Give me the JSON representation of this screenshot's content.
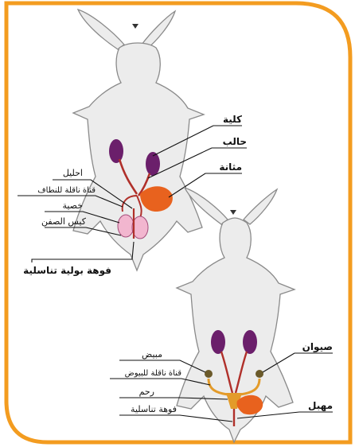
{
  "colors": {
    "frame": "#f39c20",
    "body_fill": "#ececec",
    "body_stroke": "#8a8a8a",
    "kidney": "#6b1f6b",
    "organ_red": "#b0302a",
    "bladder": "#e8621e",
    "pink": "#f2b6cf",
    "ovary": "#6b5a2a"
  },
  "male": {
    "labels": {
      "kidney": "كلية",
      "ureter": "حالب",
      "bladder": "مثانة",
      "epididymis": "احليل",
      "vas_deferens": "قناة ناقلة للنطاف",
      "testis": "خصية",
      "scrotum": "كيس الصفن",
      "urogenital_opening": "فوهة بولية تناسلية"
    }
  },
  "female": {
    "labels": {
      "ovary": "مبيض",
      "oviduct": "قناة ناقلة للبيوض",
      "uterus": "رحم",
      "genital_opening": "فوهة تناسلية",
      "pavilion": "صيوان",
      "vagina": "مهبل"
    }
  }
}
